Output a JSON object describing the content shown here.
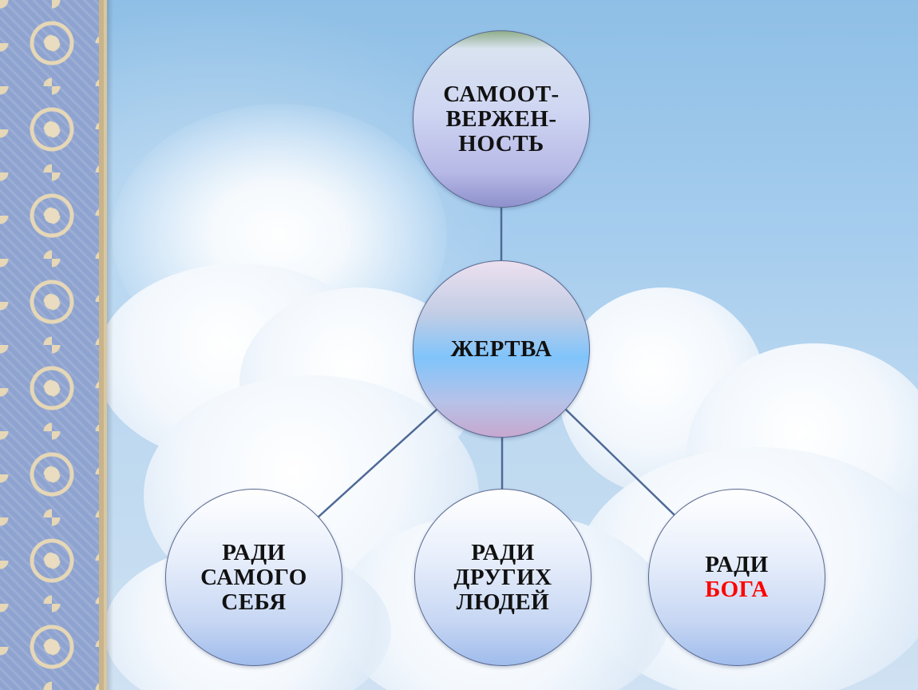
{
  "diagram": {
    "nodes": {
      "top": {
        "lines": [
          "САМООТ-",
          "ВЕРЖЕН-",
          "НОСТЬ"
        ]
      },
      "middle": {
        "lines": [
          "ЖЕРТВА"
        ]
      },
      "bottom_left": {
        "lines": [
          "РАДИ",
          "САМОГО",
          "СЕБЯ"
        ]
      },
      "bottom_center": {
        "lines": [
          "РАДИ",
          "ДРУГИХ",
          "ЛЮДЕЙ"
        ]
      },
      "bottom_right": {
        "lines": [
          "РАДИ",
          "БОГА"
        ]
      }
    },
    "colors": {
      "accent_text": "#ff0000",
      "connector": "#4f6a96"
    }
  }
}
